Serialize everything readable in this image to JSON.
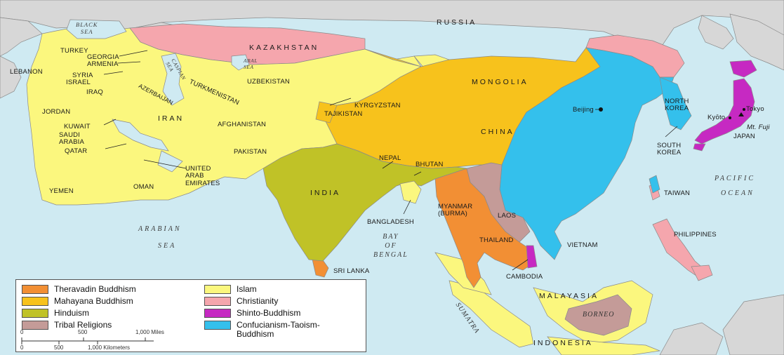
{
  "colors": {
    "ocean": "#cfeaf2",
    "land_outside": "#d7d7d7",
    "border": "#7a7a7a",
    "theravadin": "#f28f34",
    "mahayana": "#f7c21c",
    "hinduism": "#c0c227",
    "tribal": "#c49b98",
    "islam": "#fbf77e",
    "christianity": "#f5a6ad",
    "shinto": "#c629c2",
    "confucian": "#34c0ec"
  },
  "labels": {
    "russia": "RUSSIA",
    "kazakhstan": "KAZAKHSTAN",
    "mongolia": "MONGOLIA",
    "china": "CHINA",
    "india": "INDIA",
    "iran": "IRAN",
    "turkey": "TURKEY",
    "georgia": "GEORGIA",
    "armenia": "ARMENIA",
    "lebanon": "LEBANON",
    "syria": "SYRIA",
    "israel": "ISRAEL",
    "iraq": "IRAQ",
    "jordan": "JORDAN",
    "kuwait": "KUWAIT",
    "saudi_arabia": "SAUDI\nARABIA",
    "qatar": "QATAR",
    "yemen": "YEMEN",
    "oman": "OMAN",
    "uae": "UNITED\nARAB\nEMIRATES",
    "azerbaijan": "AZERBAIJAN",
    "turkmenistan": "TURKMENISTAN",
    "uzbekistan": "UZBEKISTAN",
    "kyrgyzstan": "KYRGYZSTAN",
    "tajikistan": "TAJIKISTAN",
    "afghanistan": "AFGHANISTAN",
    "pakistan": "PAKISTAN",
    "nepal": "NEPAL",
    "bhutan": "BHUTAN",
    "bangladesh": "BANGLADESH",
    "sri_lanka": "SRI LANKA",
    "myanmar": "MYANMAR\n(BURMA)",
    "laos": "LAOS",
    "thailand": "THAILAND",
    "cambodia": "CAMBODIA",
    "vietnam": "VIETNAM",
    "malaysia": "MALAYASIA",
    "indonesia": "INDONESIA",
    "sumatra": "SUMATRA",
    "borneo": "BORNEO",
    "philippines": "PHILIPPINES",
    "taiwan": "TAIWAN",
    "north_korea": "NORTH\nKOREA",
    "south_korea": "SOUTH\nKOREA",
    "japan": "JAPAN",
    "beijing": "Beijing",
    "tokyo": "Tokyo",
    "kyoto": "Kyōto",
    "mt_fuji": "Mt. Fuji",
    "black_sea": "BLACK\nSEA",
    "caspian_sea": "CASPIAN\nSEA",
    "aral_sea": "ARAL\nSEA",
    "arabian_sea_1": "ARABIAN",
    "arabian_sea_2": "SEA",
    "bay_of_bengal": "BAY\nOF\nBENGAL",
    "pacific_1": "PACIFIC",
    "pacific_2": "OCEAN"
  },
  "legend": {
    "items": [
      {
        "label": "Theravadin Buddhism",
        "color": "#f28f34"
      },
      {
        "label": "Mahayana Buddhism",
        "color": "#f7c21c"
      },
      {
        "label": "Hinduism",
        "color": "#c0c227"
      },
      {
        "label": "Tribal Religions",
        "color": "#c49b98"
      },
      {
        "label": "Islam",
        "color": "#fbf77e"
      },
      {
        "label": "Christianity",
        "color": "#f5a6ad"
      },
      {
        "label": "Shinto-Buddhism",
        "color": "#c629c2"
      },
      {
        "label": "Confucianism-Taoism-\nBuddhism",
        "color": "#34c0ec"
      }
    ],
    "scale": {
      "miles_ticks": [
        "0",
        "500",
        "1,000 Miles"
      ],
      "km_ticks": [
        "0",
        "500",
        "1,000 Kilometers"
      ]
    }
  }
}
